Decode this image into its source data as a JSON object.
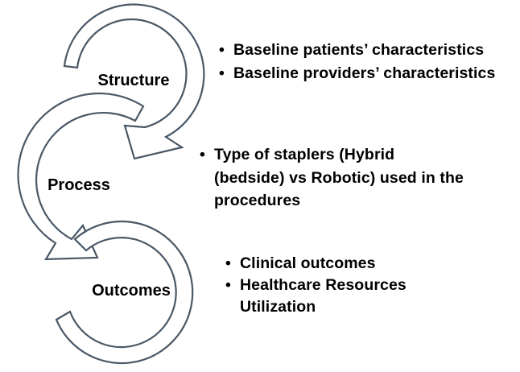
{
  "stages": [
    {
      "label": "Structure",
      "bullets": [
        "Baseline patients’ characteristics",
        "Baseline providers’ characteristics"
      ]
    },
    {
      "label": "Process",
      "bullets": [
        "Type of staplers (Hybrid (bedside) vs Robotic) used in the procedures"
      ]
    },
    {
      "label": "Outcomes",
      "bullets": [
        "Clinical outcomes",
        "Healthcare Resources Utilization"
      ]
    }
  ]
}
